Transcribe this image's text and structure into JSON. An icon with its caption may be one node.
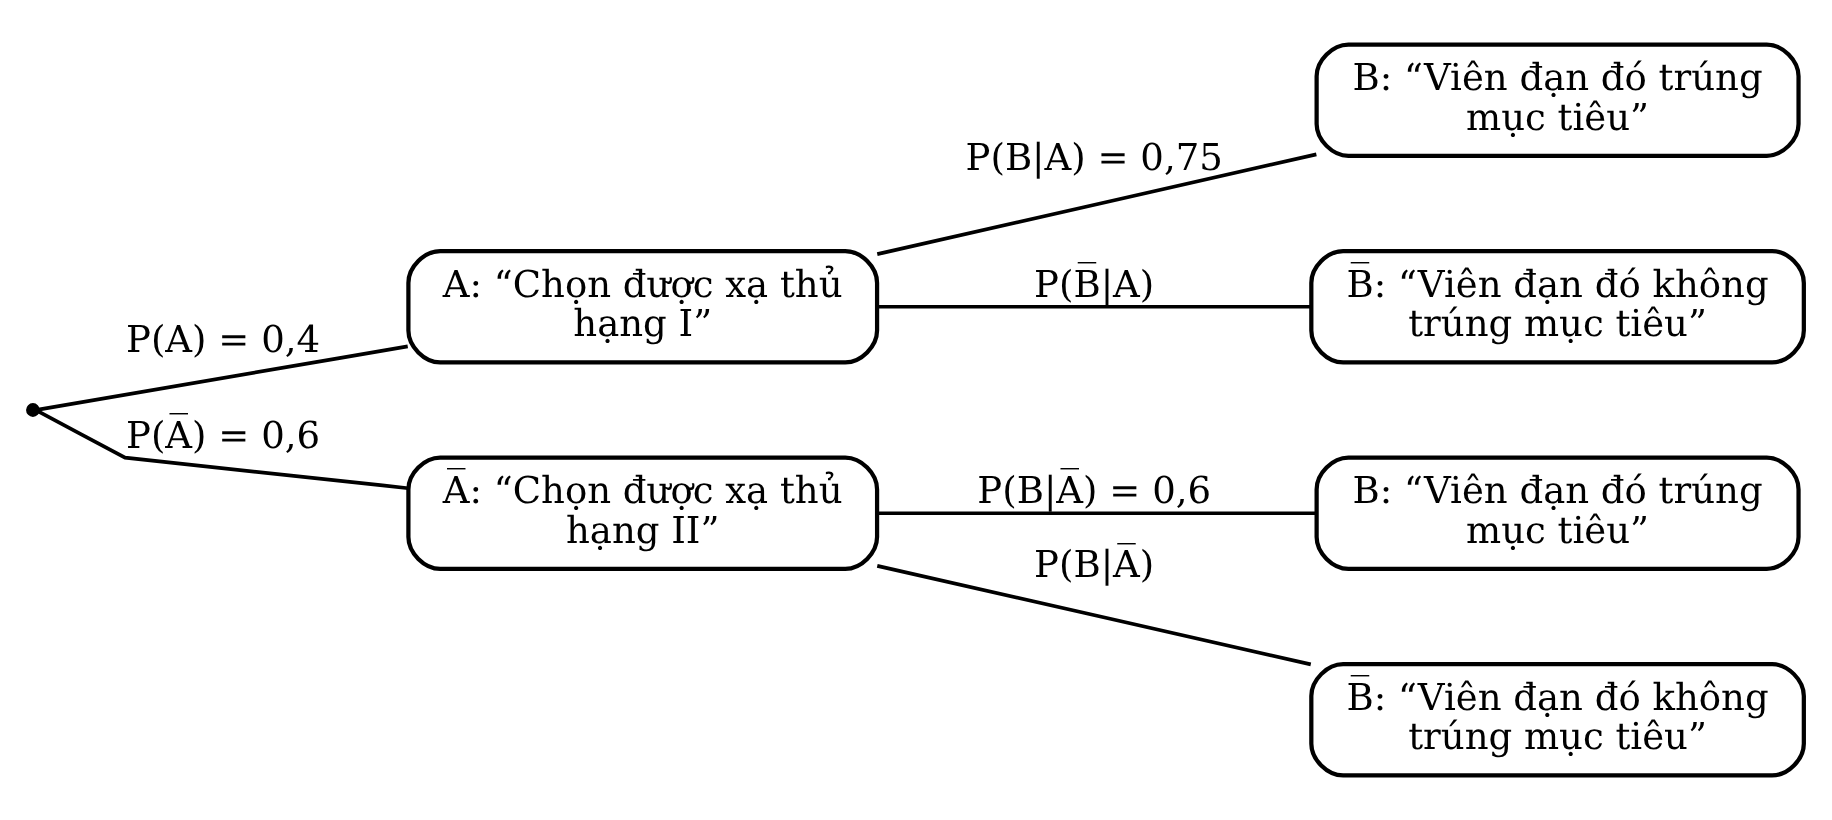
{
  "diagram": {
    "nodes": [
      {
        "text": [],
        "shape": "point"
      },
      {
        "text": [
          "A: “Chọn được xạ thủ hạng I”"
        ]
      },
      {
        "text": [
          "B: “Viên đạn đó trúng mục tiêu”"
        ]
      },
      {
        "text": [
          "B̅: “Viên đạn đó không trúng mục tiêu”"
        ]
      },
      {
        "text": [
          "A̅: “Chọn được xạ thủ hạng II”"
        ]
      },
      {
        "text": [
          "B: “Viên đạn đó trúng mục tiêu”"
        ]
      },
      {
        "text": [
          "B̅: “Viên đạn đó không trúng mục tiêu”"
        ]
      }
    ],
    "edges": [
      {
        "from": 0,
        "to": 1,
        "arrow": "none",
        "label": "P(A) = 0,4"
      },
      {
        "from": 0,
        "to": 4,
        "arrow": "none",
        "label": "P(A̅) = 0,6"
      },
      {
        "from": 1,
        "to": 2,
        "arrow": "none",
        "label": "P(B|A) = 0,75"
      },
      {
        "from": 1,
        "to": 3,
        "arrow": "none",
        "label": "P(B̅|A)"
      },
      {
        "from": 4,
        "to": 5,
        "arrow": "none",
        "label": "P(B|A̅) = 0,6"
      },
      {
        "from": 4,
        "to": 6,
        "arrow": "none",
        "label": "P(B|A̅)"
      }
    ]
  }
}
